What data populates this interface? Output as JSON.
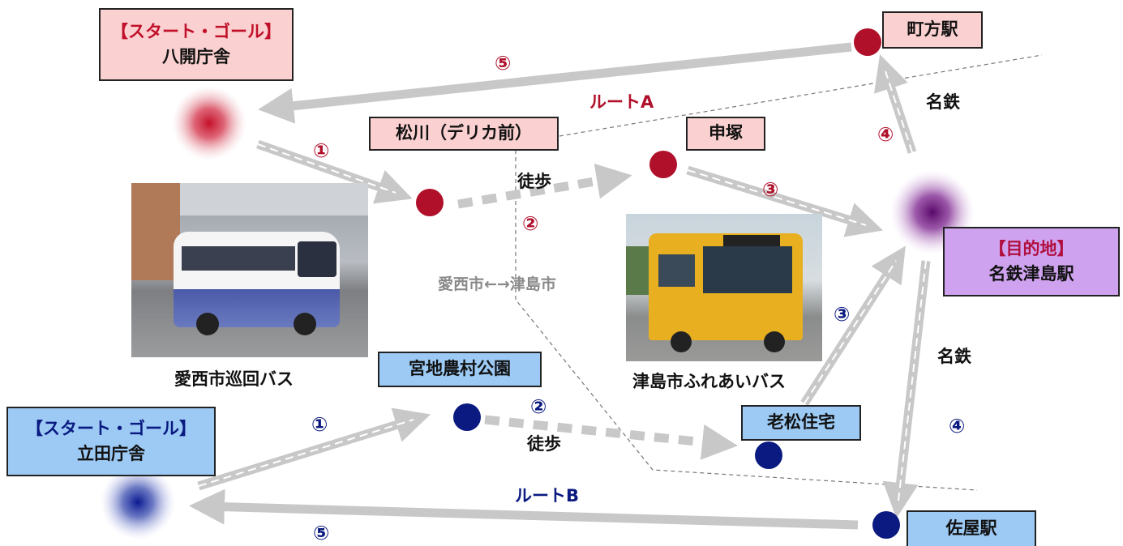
{
  "nodes": {
    "hachikai": {
      "tag": "【スタート・ゴール】",
      "name": "八開庁舎"
    },
    "tatsuta": {
      "tag": "【スタート・ゴール】",
      "name": "立田庁舎"
    },
    "matsukawa": "松川（デリカ前）",
    "moritsuka": "申塚",
    "machikata": "町方駅",
    "destination": {
      "tag": "【目的地】",
      "name": "名鉄津島駅"
    },
    "miyaji": "宮地農村公園",
    "oimatsu": "老松住宅",
    "saya": "佐屋駅"
  },
  "route_labels": {
    "a": "ルートA",
    "b": "ルートB"
  },
  "steps": {
    "a1": "①",
    "a2": "②",
    "a3": "③",
    "a4": "④",
    "a5": "⑤",
    "b1": "①",
    "b2": "②",
    "b3": "③",
    "b4": "④",
    "b5": "⑤"
  },
  "labels": {
    "walk_a": "徒歩",
    "walk_b": "徒歩",
    "meitetsu_top": "名鉄",
    "meitetsu_bottom": "名鉄",
    "border": "愛西市←→津島市"
  },
  "photos": {
    "aisai_caption": "愛西市巡回バス",
    "tsushima_caption": "津島市ふれあいバス"
  },
  "colors": {
    "route_a": "#b0102a",
    "route_b": "#0a1a80",
    "destination": "#7a1a8a",
    "arrow": "#c8c8c8",
    "pink_box": "#fbd0d0",
    "blue_box": "#9ccaf5",
    "purple_box": "#cfa2f0"
  }
}
